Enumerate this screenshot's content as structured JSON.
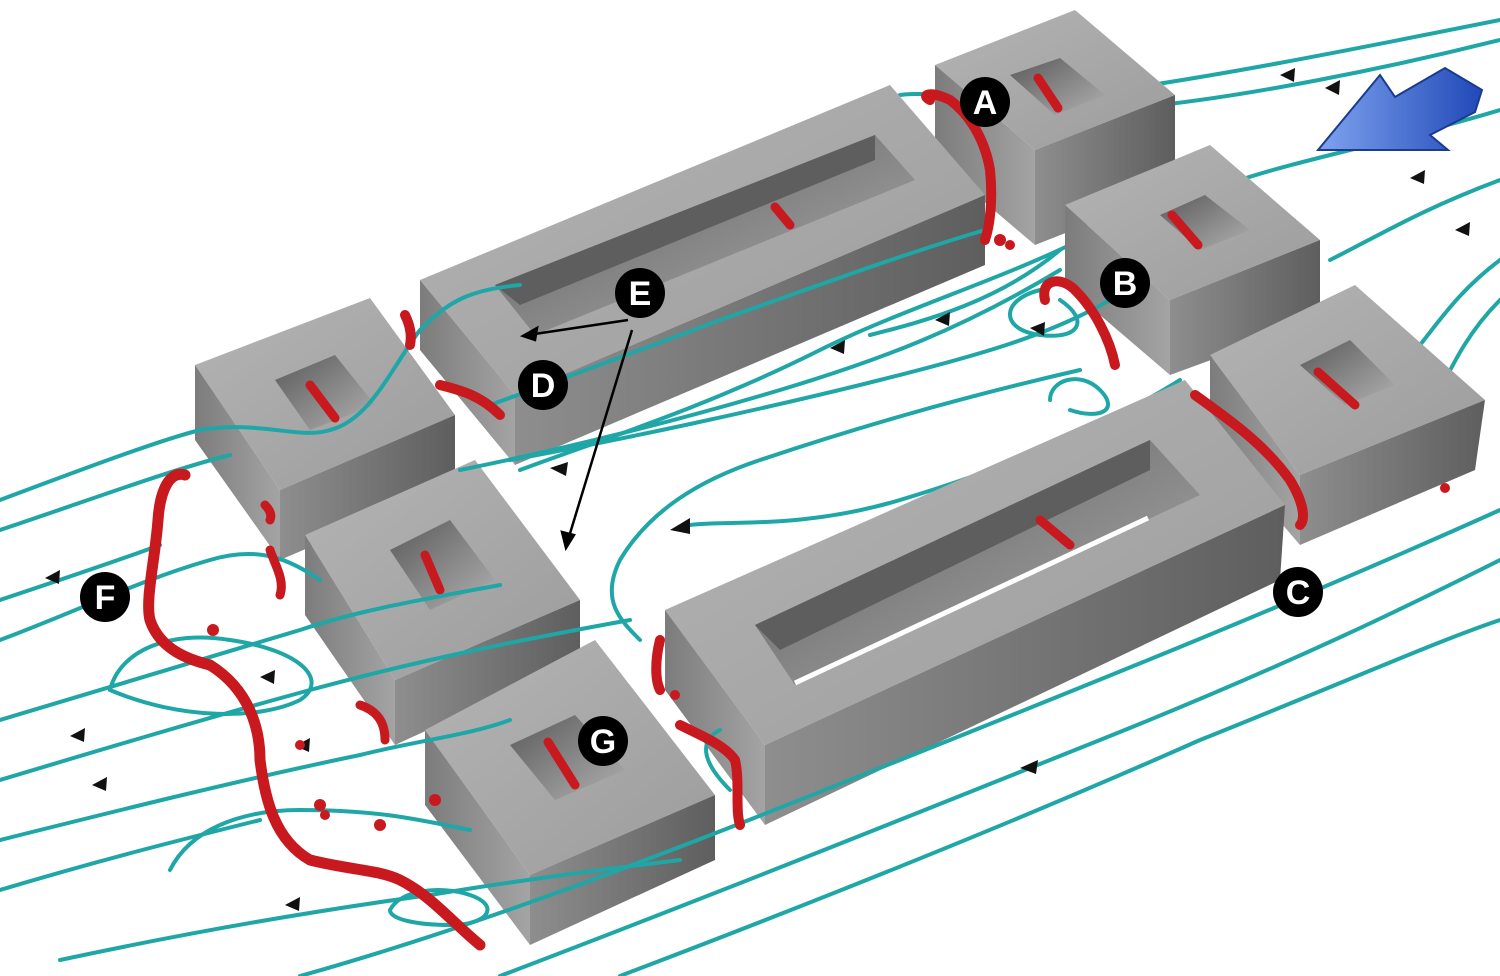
{
  "labels": {
    "a": "A",
    "b": "B",
    "c": "C",
    "d": "D",
    "e": "E",
    "f": "F",
    "g": "G"
  },
  "colors": {
    "background": "#ffffff",
    "block_top": "#a9a9a9",
    "block_side_dark": "#6a6a6a",
    "block_side_light": "#9a9a9a",
    "streamline": "#1fa6a6",
    "vortex_core": "#c8191e",
    "flow_arrow": "#2f5fc9",
    "label_fill": "#000000",
    "label_text": "#ffffff"
  },
  "icons": {
    "flow_direction": "block-arrow-icon",
    "streamline_direction": "triangle-arrowhead-icon"
  }
}
